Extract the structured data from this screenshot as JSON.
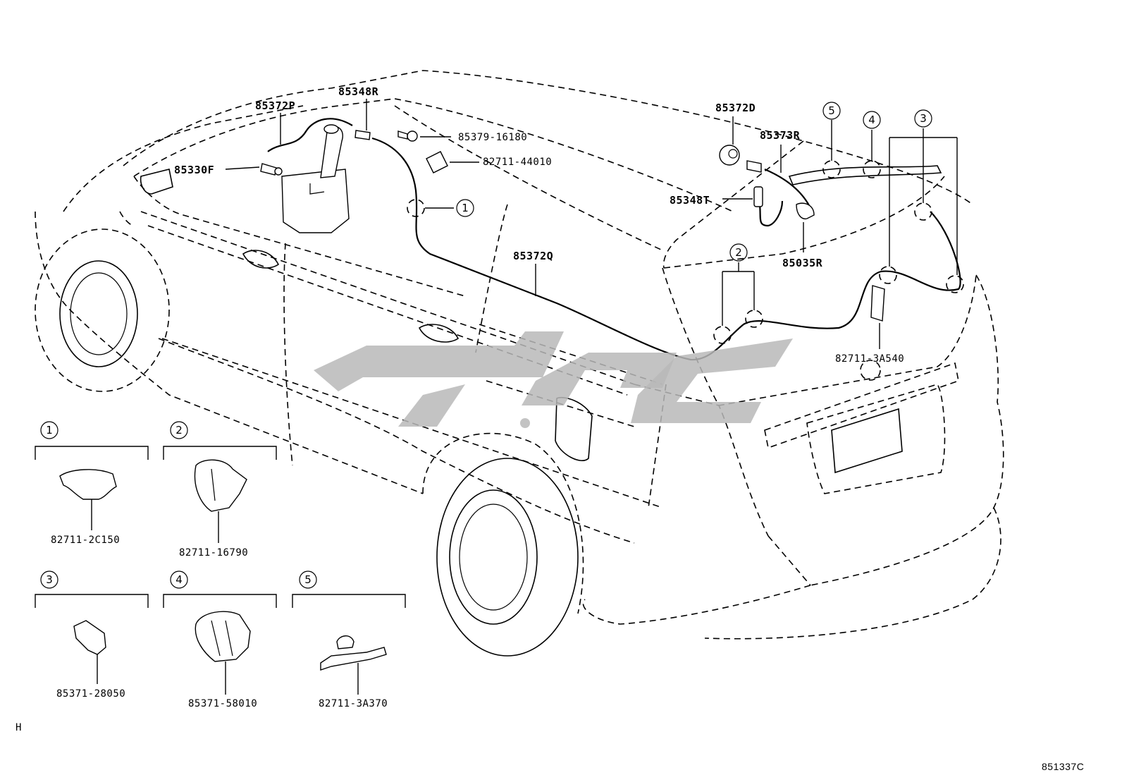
{
  "diagram": {
    "parts": {
      "p85348R": "85348R",
      "p85372P": "85372P",
      "p85330F": "85330F",
      "p85379": "85379-16180",
      "p82711_44010": "82711-44010",
      "p85372Q": "85372Q",
      "p85372D": "85372D",
      "p85373R": "85373R",
      "p85348T": "85348T",
      "p85035R": "85035R",
      "p82711_3A540": "82711-3A540"
    },
    "callouts": [
      "1",
      "2",
      "3",
      "4",
      "5"
    ],
    "legend": [
      {
        "num": "1",
        "part": "82711-2C150"
      },
      {
        "num": "2",
        "part": "82711-16790"
      },
      {
        "num": "3",
        "part": "85371-28050"
      },
      {
        "num": "4",
        "part": "85371-58010"
      },
      {
        "num": "5",
        "part": "82711-3A370"
      }
    ],
    "corner_left": "H",
    "figure_code": "851337C"
  }
}
